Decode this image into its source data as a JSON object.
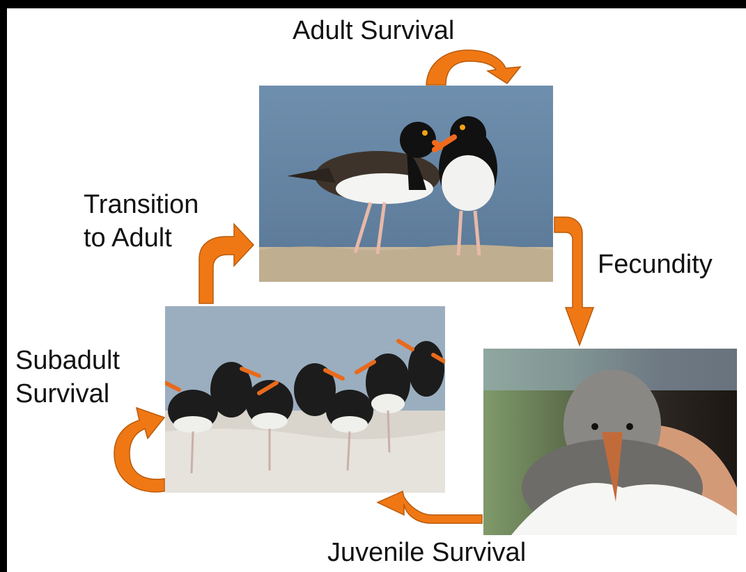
{
  "diagram": {
    "labels": {
      "adult_survival": "Adult Survival",
      "transition_line1": "Transition",
      "transition_line2": "to Adult",
      "fecundity": "Fecundity",
      "subadult_line1": "Subadult",
      "subadult_line2": "Survival",
      "juvenile_survival": "Juvenile Survival"
    },
    "colors": {
      "arrow_fill": "#f07814",
      "arrow_stroke": "#b85a0a",
      "background": "#ffffff",
      "frame": "#000000",
      "text": "#111111"
    },
    "images": {
      "adult": "adult-oystercatchers-photo",
      "subadult": "subadult-flock-photo",
      "juvenile": "juvenile-chick-photo"
    }
  }
}
